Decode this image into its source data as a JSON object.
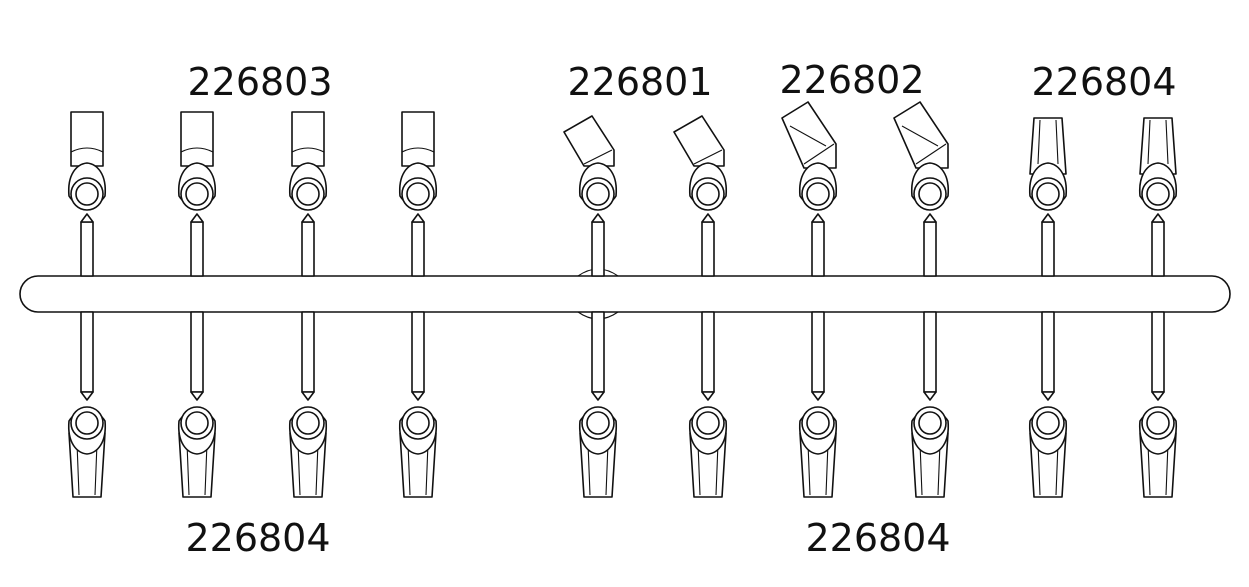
{
  "labels": {
    "top": [
      "226803",
      "226801",
      "226802",
      "226804"
    ],
    "bottom": [
      "226804",
      "226804"
    ]
  },
  "groups": {
    "top": [
      {
        "part": "226803",
        "style": "straight-cup",
        "count": 4
      },
      {
        "part": "226801",
        "style": "angled-short",
        "count": 2
      },
      {
        "part": "226802",
        "style": "angled-long",
        "count": 2
      },
      {
        "part": "226804",
        "style": "tapered",
        "count": 2
      }
    ],
    "bottom": [
      {
        "part": "226804",
        "style": "tapered",
        "count": 4
      },
      {
        "part": "226804",
        "style": "tapered",
        "count": 6
      }
    ]
  },
  "colors": {
    "line": "#111111",
    "fill": "#ffffff"
  }
}
